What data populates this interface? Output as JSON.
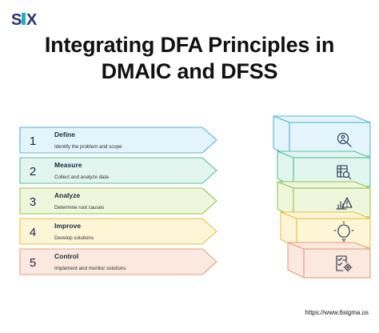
{
  "brand": {
    "logo_text": "SIX"
  },
  "title": {
    "line1": "Integrating DFA Principles in",
    "line2": "DMAIC and DFSS"
  },
  "steps": [
    {
      "number": "1",
      "name": "Define",
      "desc": "Identify the problem and scope",
      "fill": "#e3f4fa",
      "stroke": "#56b6d5",
      "icon": "search-person-icon"
    },
    {
      "number": "2",
      "name": "Measure",
      "desc": "Collect and analyze data",
      "fill": "#e2f5ef",
      "stroke": "#56c29d",
      "icon": "spreadsheet-search-icon"
    },
    {
      "number": "3",
      "name": "Analyze",
      "desc": "Determine root causes",
      "fill": "#eef6dc",
      "stroke": "#98c352",
      "icon": "chart-warning-icon"
    },
    {
      "number": "4",
      "name": "Improve",
      "desc": "Develop solutions",
      "fill": "#fcf5d6",
      "stroke": "#e4c443",
      "icon": "lightbulb-icon"
    },
    {
      "number": "5",
      "name": "Control",
      "desc": "Implement and monitor solutions",
      "fill": "#fbe8de",
      "stroke": "#e79d7a",
      "icon": "checklist-gear-icon"
    }
  ],
  "footer": {
    "url": "https://www.6sigma.us"
  }
}
